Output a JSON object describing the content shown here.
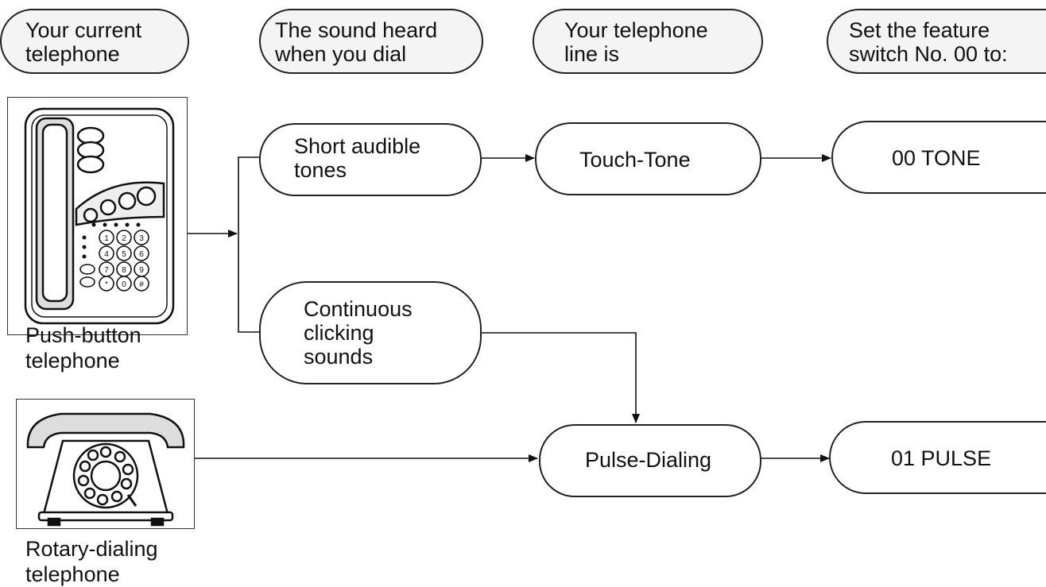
{
  "headers": {
    "current_telephone": "Your current\ntelephone",
    "sound_heard": "The sound heard\nwhen you dial",
    "line_type": "Your telephone\nline is",
    "set_switch": "Set the feature\nswitch No. 00 to:"
  },
  "telephones": {
    "push_button": "Push-button\ntelephone",
    "rotary": "Rotary-dialing\ntelephone"
  },
  "sounds": {
    "short_tones": "Short audible\ntones",
    "clicking": "Continuous\nclicking\nsounds"
  },
  "line_types": {
    "touch_tone": "Touch-Tone",
    "pulse": "Pulse-Dialing"
  },
  "settings": {
    "tone": "00  TONE",
    "pulse": "01  PULSE"
  },
  "keypad_labels": [
    "1",
    "2",
    "3",
    "4",
    "5",
    "6",
    "7",
    "8",
    "9",
    "*",
    "0",
    "#"
  ]
}
